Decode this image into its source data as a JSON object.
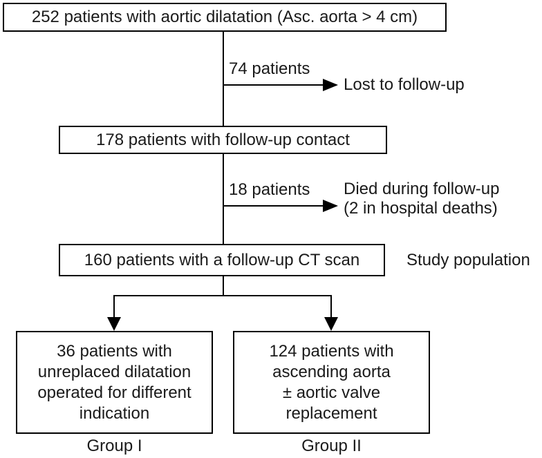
{
  "diagram": {
    "box_initial": "252 patients with aortic dilatation (Asc. aorta > 4 cm)",
    "branch_lost": {
      "count_label": "74 patients",
      "outcome": "Lost to follow-up"
    },
    "box_contact": "178 patients with follow-up contact",
    "branch_died": {
      "count_label": "18 patients",
      "outcome_line1": "Died during follow-up",
      "outcome_line2": "(2 in hospital deaths)"
    },
    "box_ct": "160 patients with a follow-up CT scan",
    "study_population_label": "Study population",
    "box_group1": {
      "line1": "36 patients with",
      "line2": "unreplaced dilatation",
      "line3": "operated for different",
      "line4": "indication",
      "caption": "Group I"
    },
    "box_group2": {
      "line1": "124 patients with",
      "line2": "ascending aorta",
      "line3": "± aortic valve",
      "line4": "replacement",
      "caption": "Group II"
    },
    "colors": {
      "line": "#000000",
      "text": "#1a1a1a",
      "background": "#ffffff"
    }
  }
}
